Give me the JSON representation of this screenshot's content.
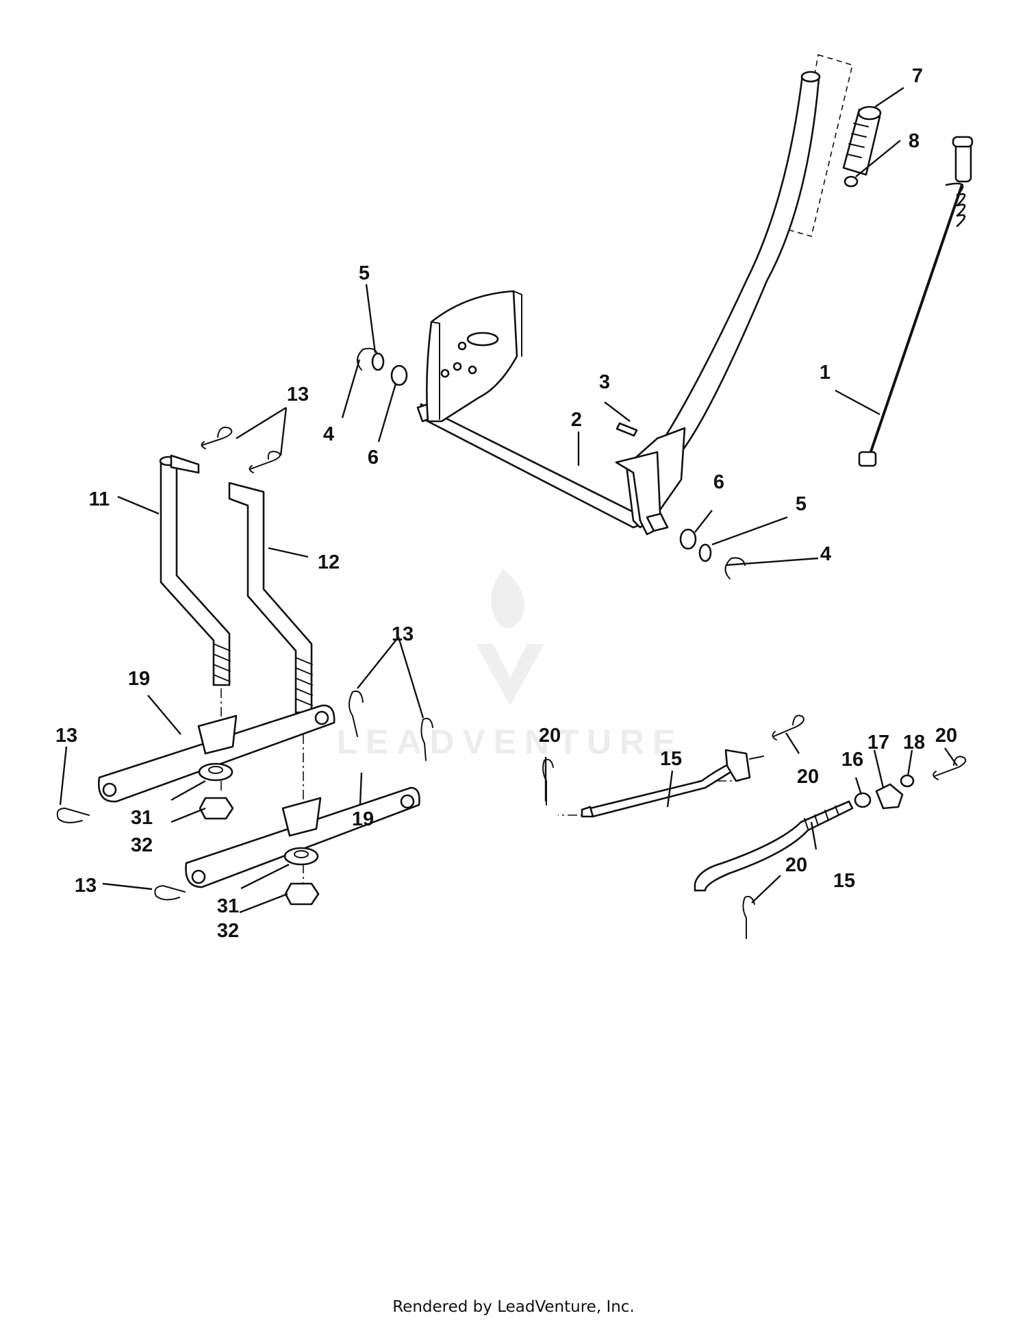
{
  "footer_text": "Rendered by LeadVenture, Inc.",
  "watermark_text": "LEADVENTURE",
  "colors": {
    "ink": "#111111",
    "watermark": "#ececec",
    "background": "#ffffff"
  },
  "callouts": {
    "c1": "1",
    "c2": "2",
    "c3": "3",
    "c4a": "4",
    "c4b": "4",
    "c5a": "5",
    "c5b": "5",
    "c6a": "6",
    "c6b": "6",
    "c7": "7",
    "c8": "8",
    "c11": "11",
    "c12": "12",
    "c13a": "13",
    "c13b": "13",
    "c13c": "13",
    "c13d": "13",
    "c15a": "15",
    "c15b": "15",
    "c16": "16",
    "c17": "17",
    "c18": "18",
    "c19a": "19",
    "c19b": "19",
    "c20a": "20",
    "c20b": "20",
    "c20c": "20",
    "c20d": "20",
    "c31a": "31",
    "c31b": "31",
    "c32a": "32",
    "c32b": "32"
  }
}
